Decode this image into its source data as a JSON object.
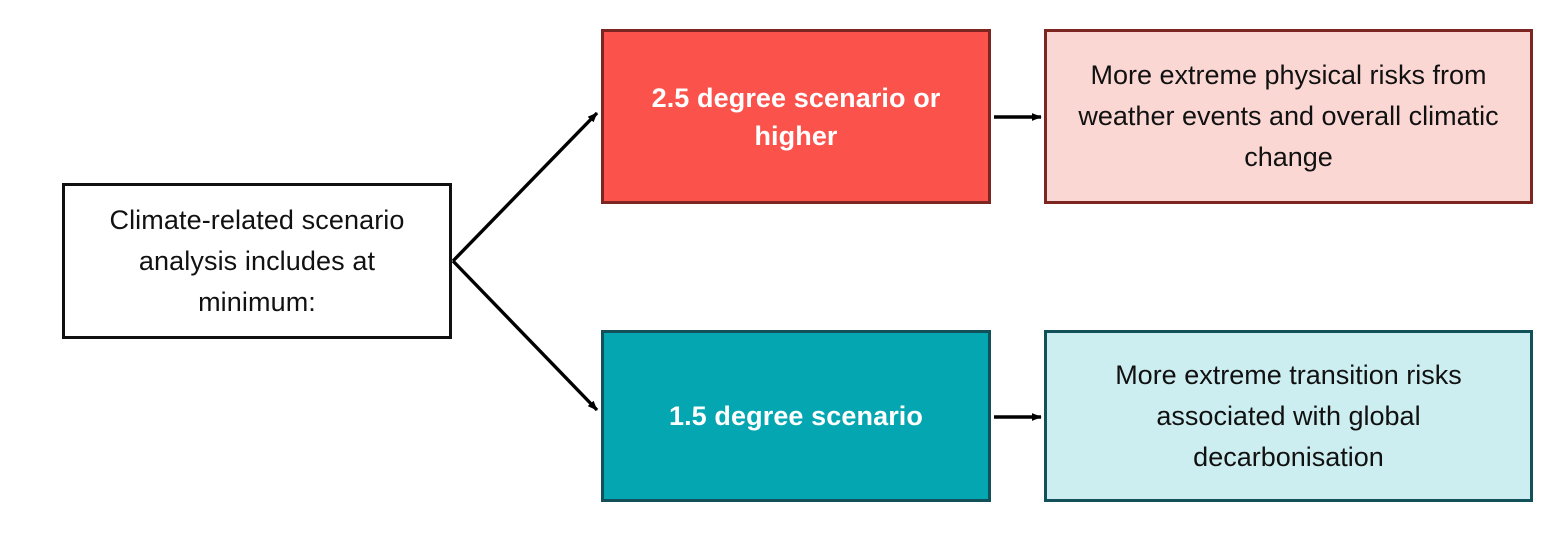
{
  "diagram": {
    "title": "Climate-related scenario analysis branching diagram",
    "nodes": {
      "root": {
        "label": "Climate-related scenario analysis includes at minimum:",
        "fill": "#ffffff",
        "border": "#101010",
        "text_color": "#111111"
      },
      "scenario_high": {
        "label": "2.5 degree scenario or higher",
        "fill": "#fb524c",
        "border": "#7d2520",
        "text_color": "#ffffff"
      },
      "outcome_physical": {
        "label": "More extreme physical risks from weather events and overall climatic change",
        "fill": "#fbd7d4",
        "border": "#7d2520",
        "text_color": "#111111"
      },
      "scenario_low": {
        "label": "1.5 degree scenario",
        "fill": "#04a6b2",
        "border": "#12505a",
        "text_color": "#ffffff"
      },
      "outcome_transition": {
        "label": "More extreme transition risks associated with global decarbonisation",
        "fill": "#cceef0",
        "border": "#12505a",
        "text_color": "#111111"
      }
    },
    "connectors": [
      {
        "name": "root-to-scenario-high",
        "from": "root",
        "to": "scenario_high",
        "style": "diagonal-up-arrow",
        "color": "#000000"
      },
      {
        "name": "root-to-scenario-low",
        "from": "root",
        "to": "scenario_low",
        "style": "diagonal-down-arrow",
        "color": "#000000"
      },
      {
        "name": "scenario-high-to-outcome-physical",
        "from": "scenario_high",
        "to": "outcome_physical",
        "style": "horizontal-arrow",
        "color": "#000000"
      },
      {
        "name": "scenario-low-to-outcome-transition",
        "from": "scenario_low",
        "to": "outcome_transition",
        "style": "horizontal-arrow",
        "color": "#000000"
      }
    ]
  }
}
